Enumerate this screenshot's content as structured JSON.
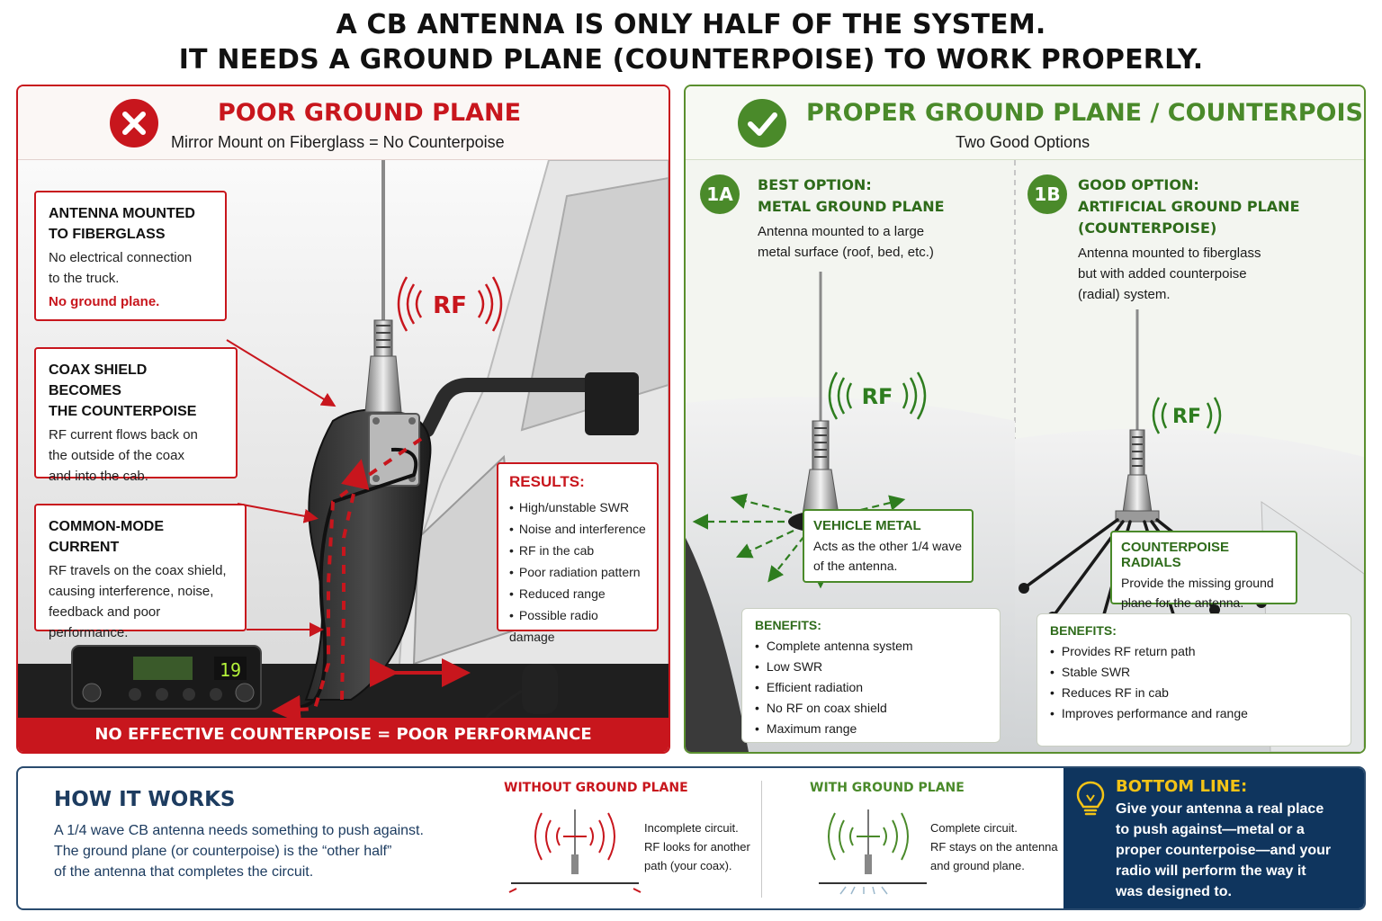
{
  "title": {
    "line1": "A CB ANTENNA IS ONLY HALF OF THE SYSTEM.",
    "line2": "IT NEEDS A GROUND PLANE (COUNTERPOISE) TO WORK PROPERLY."
  },
  "poor": {
    "heading": "POOR GROUND PLANE",
    "subheading": "Mirror Mount on Fiberglass = No Counterpoise",
    "rf_label": "RF",
    "radio_display": "19",
    "callouts": [
      {
        "title_l1": "ANTENNA MOUNTED",
        "title_l2": "TO FIBERGLASS",
        "body_l1": "No electrical connection",
        "body_l2": "to the truck.",
        "red": "No ground plane."
      },
      {
        "title_l1": "COAX SHIELD BECOMES",
        "title_l2": "THE COUNTERPOISE",
        "body_l1": "RF current flows back on",
        "body_l2": "the outside of the coax",
        "body_l3": "and into the cab."
      },
      {
        "title_l1": "COMMON-MODE CURRENT",
        "body_l1": "RF travels on the coax shield,",
        "body_l2": "causing interference, noise,",
        "body_l3": "feedback and poor",
        "body_l4": "performance."
      }
    ],
    "results": {
      "title": "RESULTS:",
      "items": [
        "High/unstable SWR",
        "Noise and interference",
        "RF in the cab",
        "Poor radiation pattern",
        "Reduced range",
        "Possible radio damage"
      ]
    },
    "footer": "NO EFFECTIVE COUNTERPOISE = POOR PERFORMANCE"
  },
  "proper": {
    "heading": "PROPER GROUND PLANE / COUNTERPOISE",
    "subheading": "Two Good Options",
    "option_a": {
      "num": "1A",
      "title_l1": "BEST OPTION:",
      "title_l2": "METAL GROUND PLANE",
      "desc_l1": "Antenna mounted to a large",
      "desc_l2": "metal surface (roof, bed, etc.)",
      "rf_label": "RF",
      "box_title": "VEHICLE METAL",
      "box_l1": "Acts as the other 1/4 wave",
      "box_l2": "of the antenna.",
      "benefits_title": "BENEFITS:",
      "benefits": [
        "Complete antenna system",
        "Low SWR",
        "Efficient radiation",
        "No RF on coax shield",
        "Maximum range"
      ]
    },
    "option_b": {
      "num": "1B",
      "title_l1": "GOOD OPTION:",
      "title_l2": "ARTIFICIAL GROUND PLANE",
      "title_l3": "(COUNTERPOISE)",
      "desc_l1": "Antenna mounted to fiberglass",
      "desc_l2": "but with added counterpoise",
      "desc_l3": "(radial) system.",
      "rf_label": "RF",
      "box_title": "COUNTERPOISE RADIALS",
      "box_l1": "Provide the missing ground",
      "box_l2": "plane for the antenna.",
      "benefits_title": "BENEFITS:",
      "benefits": [
        "Provides RF return path",
        "Stable SWR",
        "Reduces RF in cab",
        "Improves performance and range"
      ]
    }
  },
  "how": {
    "title": "HOW IT WORKS",
    "body_l1": "A 1/4 wave CB antenna needs something to push against.",
    "body_l2": "The ground plane (or counterpoise) is the “other half”",
    "body_l3": "of the antenna that completes the circuit.",
    "without_title": "WITHOUT GROUND PLANE",
    "without_l1": "Incomplete circuit.",
    "without_l2": "RF looks for another",
    "without_l3": "path (your coax).",
    "with_title": "WITH GROUND PLANE",
    "with_l1": "Complete circuit.",
    "with_l2": "RF stays on the antenna",
    "with_l3": "and ground plane."
  },
  "bottom_line": {
    "title": "BOTTOM LINE:",
    "l1": "Give your antenna a real place",
    "l2": "to push against—metal or a",
    "l3": "proper counterpoise—and your",
    "l4": "radio will perform the way it",
    "l5": "was designed to."
  },
  "colors": {
    "red": "#c8161d",
    "green": "#4a8a2a",
    "navy": "#0f355e",
    "gold": "#f3c316"
  }
}
